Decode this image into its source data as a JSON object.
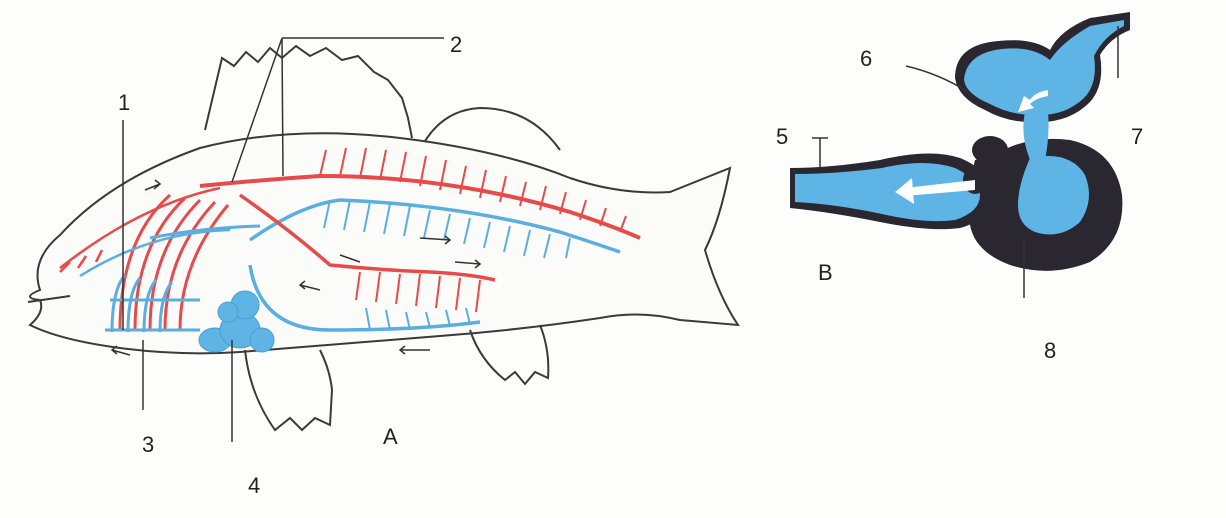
{
  "figure": {
    "panels": [
      {
        "id": "A",
        "label": "A"
      },
      {
        "id": "B",
        "label": "B"
      }
    ],
    "labels": [
      "1",
      "2",
      "3",
      "4",
      "5",
      "6",
      "7",
      "8"
    ],
    "colors": {
      "artery": "#e84a4a",
      "vein": "#5aaee0",
      "heart_blue": "#5fb4e6",
      "heart_dark": "#2a2730",
      "outline": "#3a3a3a"
    }
  }
}
